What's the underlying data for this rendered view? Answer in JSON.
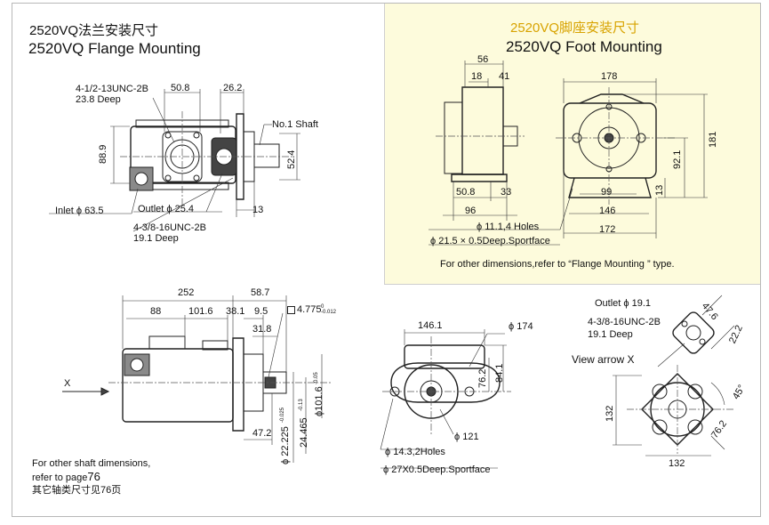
{
  "flange": {
    "title_cn": "2520VQ法兰安装尺寸",
    "title_en": "2520VQ Flange Mounting",
    "labels": {
      "thread_top": "4-1/2-13UNC-2B",
      "thread_top_depth": "23.8 Deep",
      "d50_8": "50.8",
      "d26_2": "26.2",
      "shaft": "No.1 Shaft",
      "d88_9": "88.9",
      "d52_4": "52.4",
      "inlet": "Inlet ϕ 63.5",
      "outlet": "Outlet ϕ 25.4",
      "d13": "13",
      "thread_bottom": "4-3/8-16UNC-2B",
      "thread_bottom_depth": "19.1 Deep"
    }
  },
  "foot": {
    "title_cn": "2520VQ脚座安装尺寸",
    "title_en": "2520VQ Foot Mounting",
    "labels": {
      "d56": "56",
      "d18": "18",
      "d41": "41",
      "d178": "178",
      "d181": "181",
      "d92_1": "92.1",
      "d13": "13",
      "d50_8": "50.8",
      "d33": "33",
      "d99": "99",
      "d96": "96",
      "d146": "146",
      "holes": "ϕ 11.1,4 Holes",
      "d172": "172",
      "sportface": "ϕ 21.5 × 0.5Deep.Sportface",
      "note": "For other  dimensions,refer to “Flange Mounting ” type."
    }
  },
  "side": {
    "labels": {
      "d252": "252",
      "d58_7": "58.7",
      "d88": "88",
      "d101_6": "101.6",
      "d38_1": "38.1",
      "d9_5": "9.5",
      "key": "4.775",
      "key_tol": "0\n-0.012",
      "d31_8": "31.8",
      "x_arrow": "X",
      "d47_2": "47.2",
      "d22_225": "ϕ 22.225",
      "d22_tol": "-0.025",
      "d24_465": "24.465",
      "d24_tol": "-0.13",
      "d101_6_dia": "ϕ101.6",
      "d101_tol": "-0.05"
    },
    "note_1": "For other shaft dimensions,",
    "note_2_pre": "refer to page",
    "note_2_page": "76",
    "note_3": "其它轴类尺寸见76页"
  },
  "front": {
    "labels": {
      "d146_1": "146.1",
      "d174": "ϕ 174",
      "d76_2": "76.2",
      "d84_1": "84.1",
      "holes": "ϕ 14.3,2Holes",
      "d121": "ϕ 121",
      "sportface": "ϕ 27X0.5Deep.Sportface"
    }
  },
  "arrow_view": {
    "labels": {
      "outlet": "Outlet ϕ 19.1",
      "thread": "4-3/8-16UNC-2B",
      "depth": "19.1 Deep",
      "d47_6": "47.6",
      "d22_2": "22.2",
      "view": "View arrow X",
      "angle": "45°",
      "d132_v": "132",
      "d76_2": "76.2",
      "d132_h": "132"
    }
  }
}
